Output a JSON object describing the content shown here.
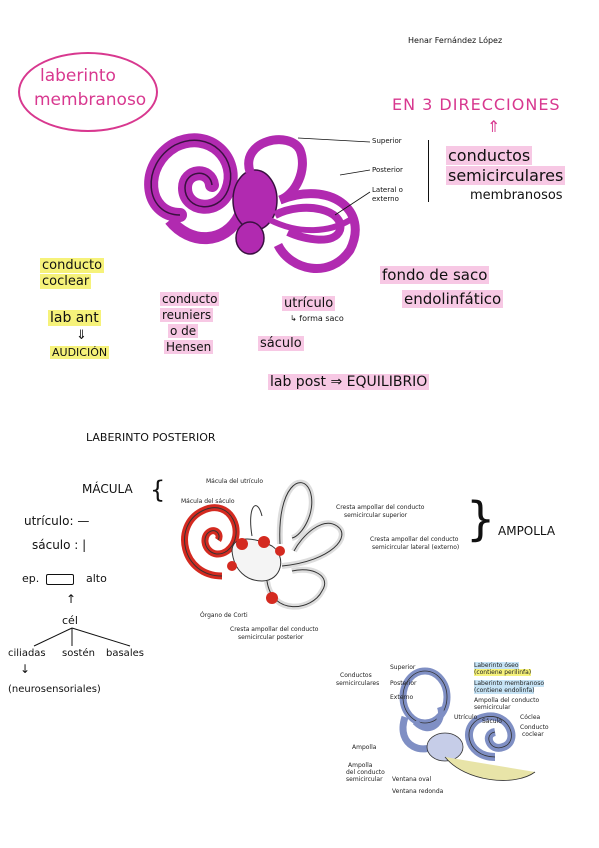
{
  "author": "Henar Fernández López",
  "title": {
    "line1": "laberinto",
    "line2": "membranoso"
  },
  "directions": {
    "heading": "EN 3 DIRECCIONES",
    "arrow": "⇑",
    "line1": "conductos",
    "line2": "semicirculares",
    "line3": "membranosos"
  },
  "fig1_labels": {
    "superior": "Superior",
    "posterior": "Posterior",
    "lateral1": "Lateral o",
    "lateral2": "externo"
  },
  "handnotes": {
    "coclear1": "conducto",
    "coclear2": "coclear",
    "labant": "lab ant",
    "arrow_down": "⇓",
    "audicion": "AUDICIÓN",
    "reuniers1": "conducto",
    "reuniers2": "reuniers",
    "reuniers3": "o de",
    "reuniers4": "Hensen",
    "utriculo": "utrículo",
    "forma_saco": "↳ forma saco",
    "saculo": "sáculo",
    "fondo1": "fondo de saco",
    "fondo2": "endolinfático",
    "labpost": "lab post ⇒ EQUILIBRIO"
  },
  "section2": {
    "title": "LABERINTO POSTERIOR",
    "macula": "MÁCULA",
    "ampolla": "AMPOLLA",
    "utriculo": "utrículo: —",
    "saculo": "sáculo : |",
    "ep": "ep.",
    "alto": "alto",
    "cel": "cél",
    "ciliadas": "ciliadas",
    "sosten": "sostén",
    "basales": "basales",
    "neuro": "(neurosensoriales)"
  },
  "fig2_labels": {
    "macula_utriculo": "Mácula del utrículo",
    "macula_saculo": "Mácula del sáculo",
    "cresta_sup1": "Cresta ampollar del conducto",
    "cresta_sup2": "semicircular superior",
    "cresta_lat1": "Cresta ampollar del conducto",
    "cresta_lat2": "semicircular lateral (externo)",
    "organo_corti": "Órgano de Corti",
    "cresta_post1": "Cresta ampollar del conducto",
    "cresta_post2": "semicircular posterior"
  },
  "fig3_labels": {
    "conductos1": "Conductos",
    "conductos2": "semicirculares",
    "superior": "Superior",
    "posterior": "Posterior",
    "externo": "Externo",
    "lab_oseo1": "Laberinto óseo",
    "lab_oseo2": "(contiene perilinfa)",
    "lab_memb1": "Laberinto membranoso",
    "lab_memb2": "(contiene endolinfa)",
    "ampolla1": "Ampolla del conducto",
    "ampolla2": "semicircular",
    "utriculo": "Utrículo",
    "saculo": "Sáculo",
    "coclea": "Cóclea",
    "conducto_coclear1": "Conducto",
    "conducto_coclear2": "coclear",
    "ampolla_label": "Ampolla",
    "ampolla_conducto1": "Ampolla",
    "ampolla_conducto2": "del conducto",
    "ampolla_conducto3": "semicircular",
    "ventana_oval": "Ventana oval",
    "ventana_redonda": "Ventana redonda"
  },
  "colors": {
    "pink": "#d8388f",
    "magenta": "#b12ab0",
    "red": "#d42a20",
    "yellow": "#f6f27a",
    "blue": "#7f8fc4"
  }
}
